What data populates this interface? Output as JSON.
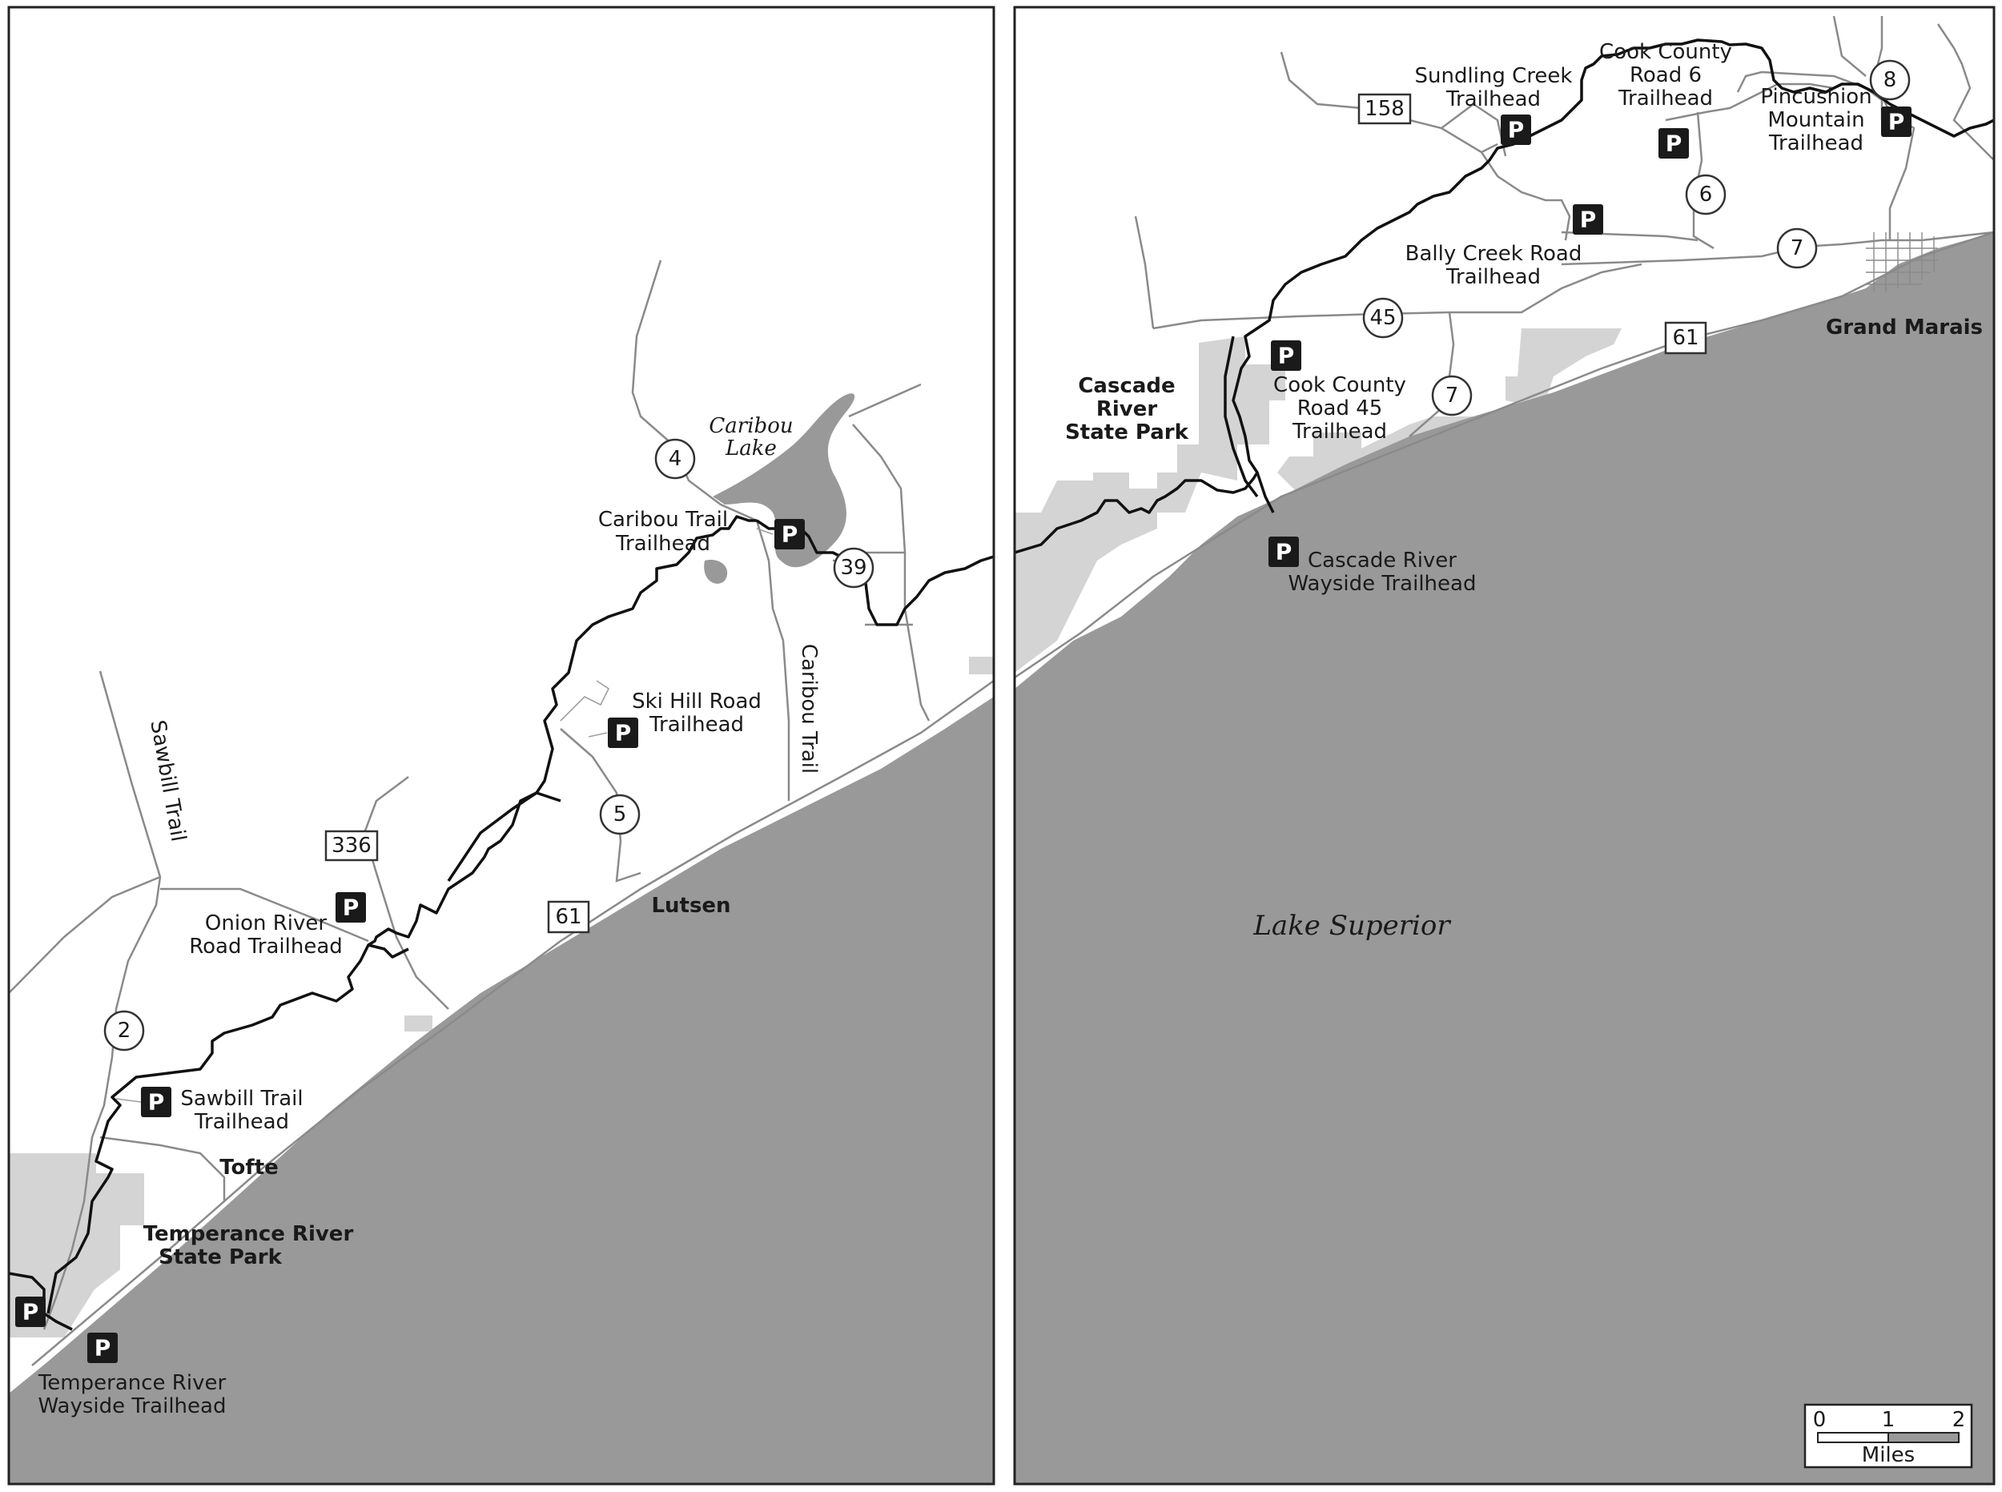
{
  "colors": {
    "lake": "#999999",
    "park": "#d4d4d4",
    "trail": "#111111",
    "road": "#8a8a8a",
    "background": "#ffffff"
  },
  "water": {
    "lake_superior": "Lake Superior",
    "caribou_lake_line1": "Caribou",
    "caribou_lake_line2": "Lake"
  },
  "towns": {
    "tofte": "Tofte",
    "lutsen": "Lutsen",
    "grand_marais": "Grand Marais"
  },
  "parks": {
    "temperance_line1": "Temperance River",
    "temperance_line2": "State Park",
    "cascade_line1": "Cascade",
    "cascade_line2": "River",
    "cascade_line3": "State Park"
  },
  "roads": {
    "sawbill_trail": "Sawbill Trail",
    "caribou_trail": "Caribou Trail"
  },
  "routes": {
    "r2": "2",
    "r4": "4",
    "r5": "5",
    "r39": "39",
    "r336": "336",
    "r61_left": "61",
    "r61_right": "61",
    "r158": "158",
    "r6": "6",
    "r8": "8",
    "r7_top": "7",
    "r45": "45",
    "r7_bottom": "7"
  },
  "parking_symbol": "P",
  "trailheads": {
    "caribou_line1": "Caribou Trail",
    "caribou_line2": "Trailhead",
    "ski_hill_line1": "Ski Hill Road",
    "ski_hill_line2": "Trailhead",
    "onion_line1": "Onion River",
    "onion_line2": "Road Trailhead",
    "sawbill_line1": "Sawbill Trail",
    "sawbill_line2": "Trailhead",
    "temperance_wayside_line1": "Temperance River",
    "temperance_wayside_line2": "Wayside Trailhead",
    "sundling_line1": "Sundling Creek",
    "sundling_line2": "Trailhead",
    "cook6_line1": "Cook County",
    "cook6_line2": "Road 6",
    "cook6_line3": "Trailhead",
    "pincushion_line1": "Pincushion",
    "pincushion_line2": "Mountain",
    "pincushion_line3": "Trailhead",
    "bally_line1": "Bally Creek Road",
    "bally_line2": "Trailhead",
    "cook45_line1": "Cook County",
    "cook45_line2": "Road 45",
    "cook45_line3": "Trailhead",
    "cascade_wayside_line1": "Cascade River",
    "cascade_wayside_line2": "Wayside Trailhead"
  },
  "scale": {
    "tick0": "0",
    "tick1": "1",
    "tick2": "2",
    "unit": "Miles"
  }
}
